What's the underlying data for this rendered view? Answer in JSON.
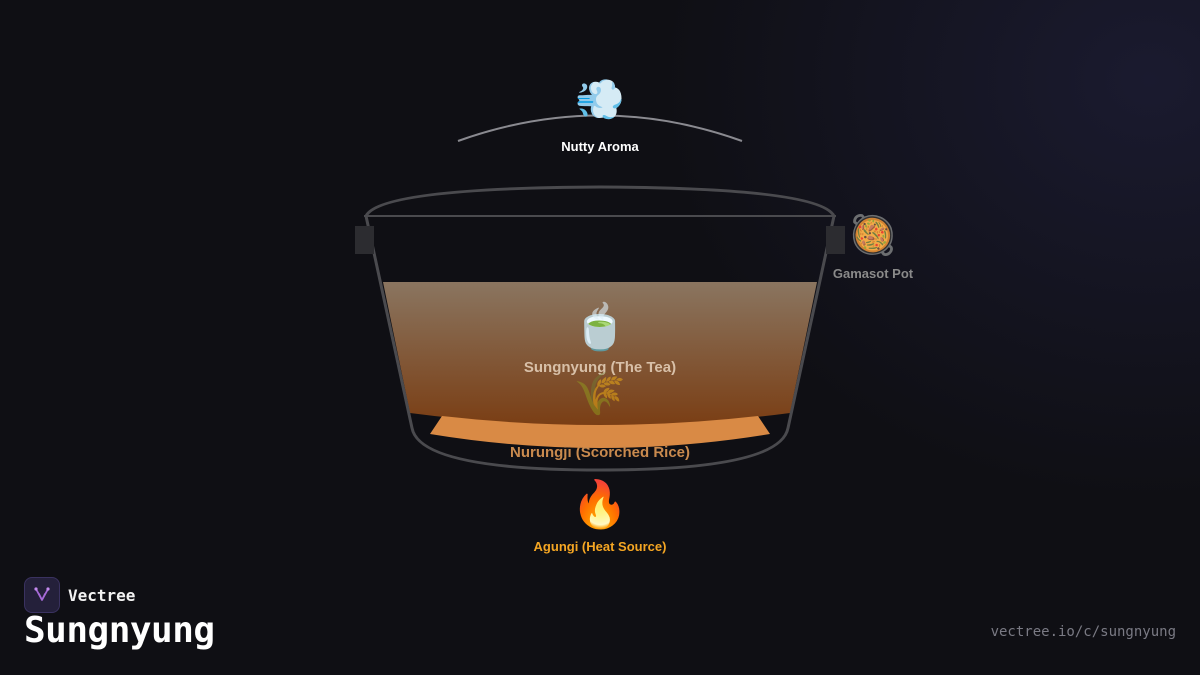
{
  "labels": {
    "aroma": "Nutty Aroma",
    "pot": "Gamasot Pot",
    "tea": "Sungnyung (The Tea)",
    "rice": "Nurungji (Scorched Rice)",
    "heat": "Agungi (Heat Source)"
  },
  "icons": {
    "aroma": "steam-icon",
    "pot": "pot-icon",
    "tea": "teacup-icon",
    "rice": "rice-stalk-icon",
    "heat": "fire-icon"
  },
  "brand": {
    "name": "Vectree"
  },
  "title": "Sungnyung",
  "url": "vectree.io/c/sungnyung",
  "colors": {
    "background": "#0f0f14",
    "pot_outline": "#4a4a4e",
    "tea_top": "#8a7560",
    "tea_bottom": "#7a4018",
    "rice": "#d98a45",
    "heat_label": "#f5a623",
    "rice_label": "#c98a4e",
    "tea_label": "#d8c0a8",
    "pot_label": "#8a8a8a"
  }
}
